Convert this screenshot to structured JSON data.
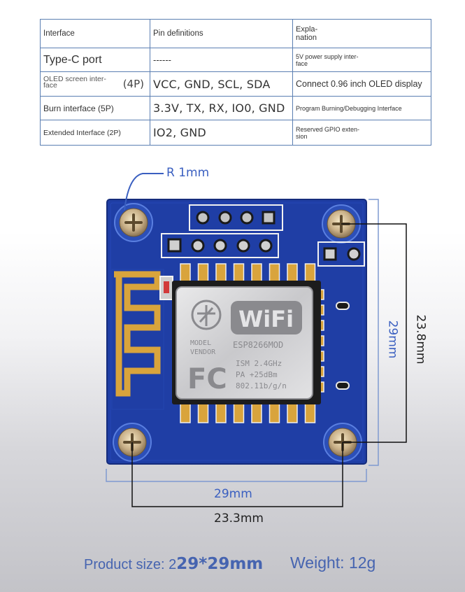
{
  "table": {
    "headers": {
      "interface": "Interface",
      "pins": "Pin definitions",
      "explanation": "Expla-\nnation"
    },
    "rows": [
      {
        "interface": "Type-C port",
        "pins": "------",
        "explanation": "5V power supply inter-\nface"
      },
      {
        "interface": "OLED screen inter-\nface",
        "interface_tag": "(4P)",
        "pins": "VCC, GND, SCL, SDA",
        "explanation": "Connect 0.96 inch OLED display"
      },
      {
        "interface": "Burn interface (5P)",
        "pins": "3.3V, TX, RX, IO0, GND",
        "explanation": "Program Burning/Debugging Interface"
      },
      {
        "interface": "Extended Interface (2P)",
        "pins": "IO2, GND",
        "explanation": "Reserved GPIO exten-\nsion"
      }
    ]
  },
  "dimensions": {
    "corner_radius": "R 1mm",
    "board_width": "29mm",
    "hole_spacing_h": "23.3mm",
    "board_height": "29mm",
    "hole_spacing_v": "23.8mm"
  },
  "module": {
    "wifi_logo": "WiFi",
    "model_text": "MODEL",
    "vendor_text": "VENDOR",
    "chip": "ESP8266MOD",
    "fc_mark": "FC",
    "ism": "ISM 2.4GHz",
    "pa": "PA  +25dBm",
    "standard": "802.11b/g/n"
  },
  "footer": {
    "size_label": "Product size: 2",
    "size_value": "29*29mm",
    "weight": "Weight: 12g"
  },
  "colors": {
    "board_blue": "#1f3ea5",
    "dimension_blue": "#3a5fc0",
    "table_border": "#5b7fb2",
    "gold": "#d9a43c"
  }
}
